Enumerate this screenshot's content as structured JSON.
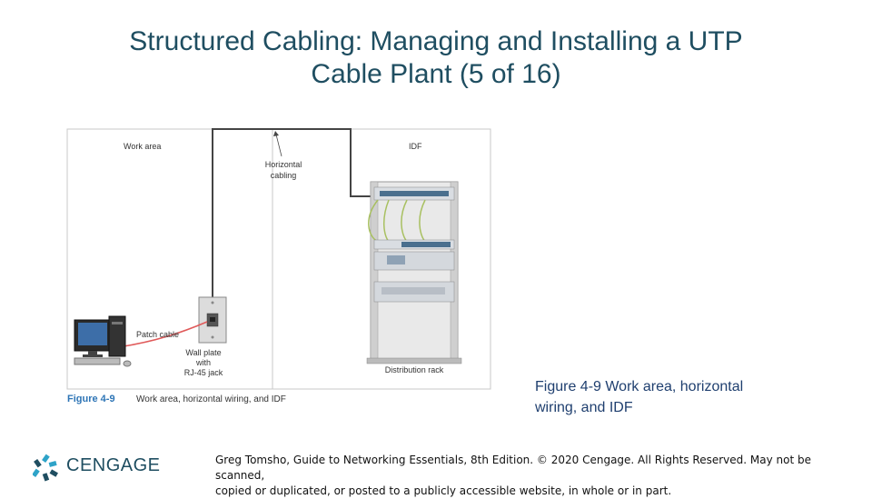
{
  "slide": {
    "title_line1": "Structured Cabling: Managing and Installing a UTP",
    "title_line2": "Cable Plant (5 of 16)",
    "side_caption_line1": "Figure 4-9  Work area, horizontal",
    "side_caption_line2": "wiring, and IDF"
  },
  "figure": {
    "work_area_label": "Work area",
    "idf_label": "IDF",
    "horizontal_cabling_line1": "Horizontal",
    "horizontal_cabling_line2": "cabling",
    "patch_cable_label": "Patch cable",
    "wall_plate_line1": "Wall plate",
    "wall_plate_line2": "with",
    "wall_plate_line3": "RJ-45 jack",
    "distribution_rack_label": "Distribution rack",
    "caption_number": "Figure 4-9",
    "caption_text": "Work area, horizontal wiring, and IDF"
  },
  "footer": {
    "logo_text": "CENGAGE",
    "copyright_line1": "Greg Tomsho, Guide to Networking Essentials, 8th Edition. © 2020 Cengage. All Rights Reserved. May not be scanned,",
    "copyright_line2": "copied or duplicated, or posted to a publicly accessible website, in whole or in part."
  },
  "colors": {
    "title": "#1f4e61",
    "caption_accent": "#2e75b6",
    "patch_cable": "#e05a5a",
    "patch_loops": "#a8c060"
  }
}
